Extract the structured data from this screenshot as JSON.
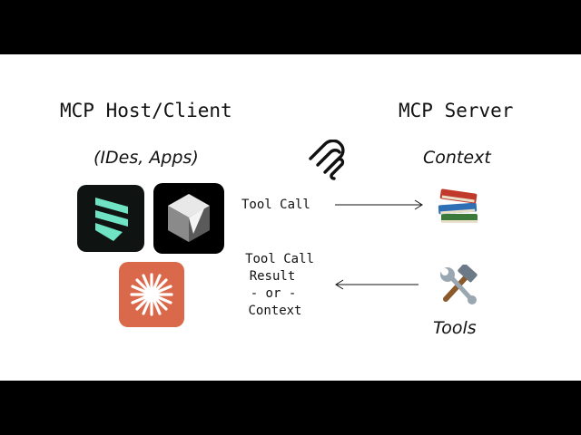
{
  "left": {
    "title": "MCP Host/Client",
    "subtitle": "(IDes, Apps)",
    "apps": [
      "windsurf-app-icon",
      "cursor-app-icon",
      "claude-app-icon"
    ]
  },
  "right": {
    "title": "MCP Server",
    "context_label": "Context",
    "tools_label": "Tools"
  },
  "center": {
    "logo": "mcp-logo-icon",
    "request_label": "Tool Call",
    "response_lines": [
      "Tool Call",
      "Result",
      "- or -",
      "Context"
    ]
  },
  "colors": {
    "frame": "#000000",
    "background": "#ffffff",
    "windsurf_bg": "#0f1412",
    "windsurf_accent": "#6fe3c3",
    "cursor_bg": "#000000",
    "claude_bg": "#d9694a"
  }
}
